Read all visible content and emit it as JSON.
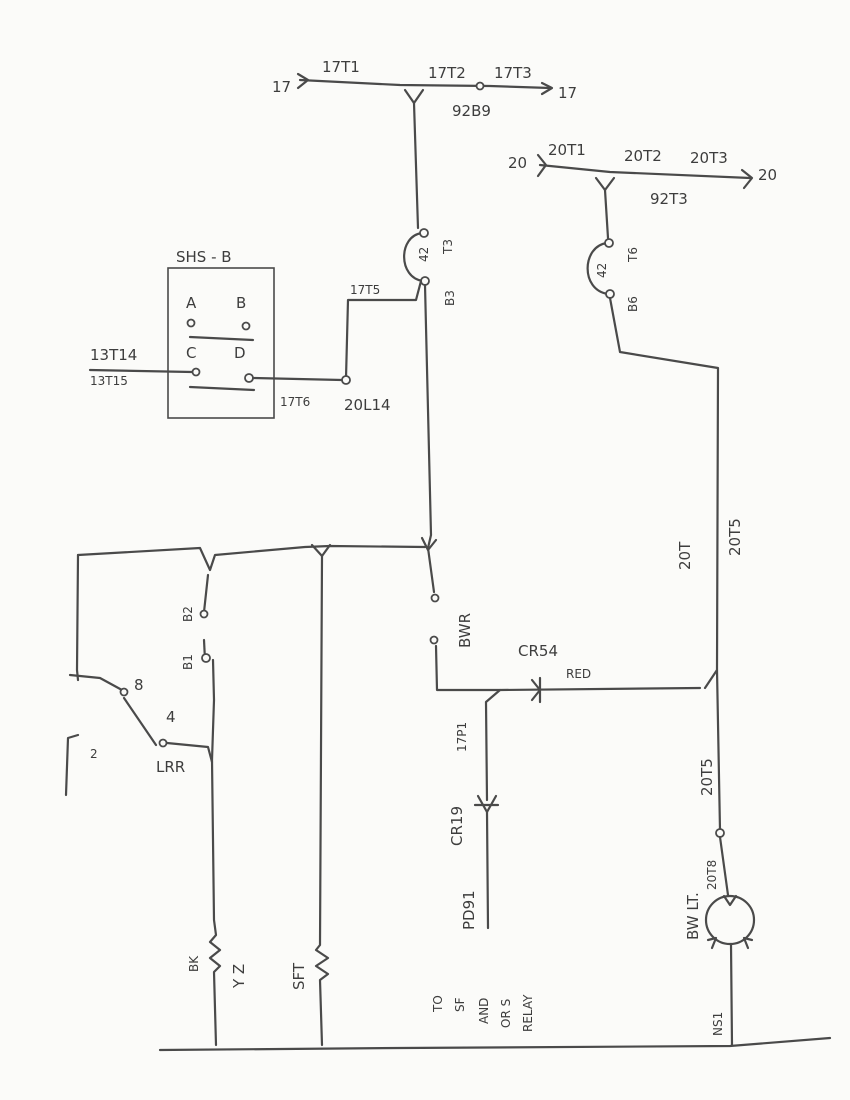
{
  "labels": {
    "bus17_left": "17",
    "bus17_t1": "17T1",
    "bus17_t2": "17T2",
    "bus17_t3": "17T3",
    "bus17_right": "17",
    "bus17_fuse": "92B9",
    "bus20_left": "20",
    "bus20_t1": "20T1",
    "bus20_t2": "20T2",
    "bus20_t3": "20T3",
    "bus20_right": "20",
    "bus20_fuse": "92T3",
    "relay1_num": "42",
    "relay1_top": "T3",
    "relay1_bot": "B3",
    "relay2_num": "42",
    "relay2_top": "T6",
    "relay2_bot": "B6",
    "switch_title": "SHS - B",
    "switch_a": "A",
    "switch_b": "B",
    "switch_c": "C",
    "switch_d": "D",
    "wire_13t14": "13T14",
    "wire_13t15": "13T15",
    "wire_17t5": "17T5",
    "wire_17t6": "17T6",
    "wire_20l14": "20L14",
    "wire_20t": "20T",
    "wire_20t5_upper": "20T5",
    "wire_20t5_lower": "20T5",
    "wire_20t8": "20T8",
    "contact_bwr": "BWR",
    "diode_cr54": "CR54",
    "diode_cr54_red": "RED",
    "wire_17p1": "17P1",
    "diode_cr19": "CR19",
    "wire_pd91": "PD91",
    "lamp_bwlt": "BW LT.",
    "wire_ns1": "NS1",
    "lrr_b2": "B2",
    "lrr_b1": "B1",
    "lrr_8": "8",
    "lrr_4": "4",
    "lrr_2": "2",
    "lrr_label": "LRR",
    "coil_bk": "BK",
    "coil_yz": "Y Z",
    "coil_sft": "SFT",
    "note_line1": "TO",
    "note_line2": "SF",
    "note_line3": "AND",
    "note_line4": "OR S",
    "note_line5": "RELAY"
  }
}
